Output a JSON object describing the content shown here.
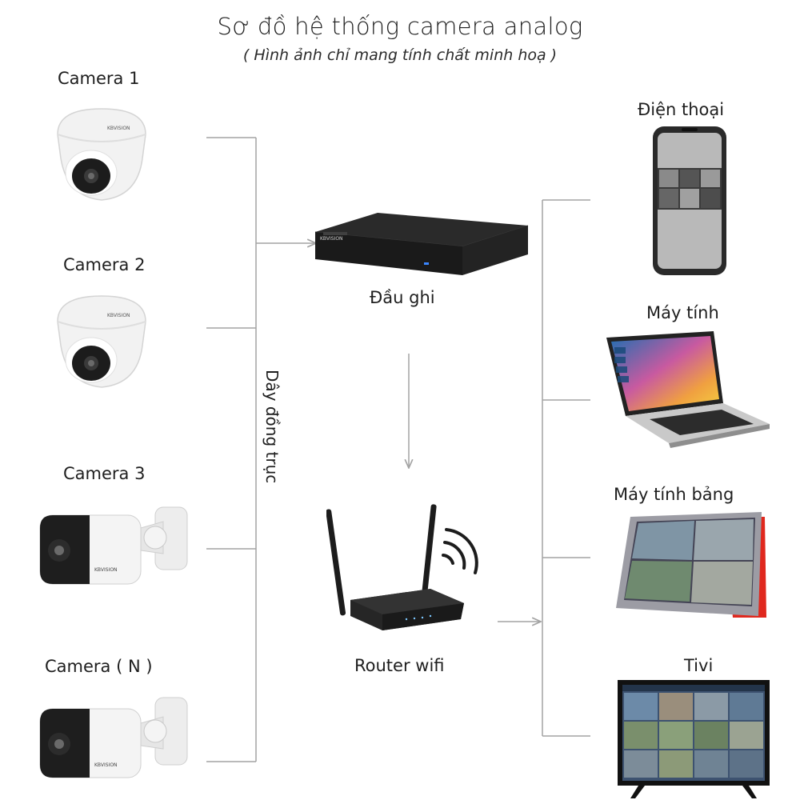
{
  "title": "Sơ đồ hệ thống camera analog",
  "subtitle": "( Hình ảnh chỉ mang tính chất minh hoạ )",
  "cameras": [
    {
      "label": "Camera 1",
      "type": "dome"
    },
    {
      "label": "Camera 2",
      "type": "dome"
    },
    {
      "label": "Camera 3",
      "type": "bullet"
    },
    {
      "label": "Camera ( N )",
      "type": "bullet"
    }
  ],
  "camera_brand": "KBVISION",
  "recorder": {
    "label": "Đầu ghi",
    "brand": "KBVISION"
  },
  "router": {
    "label": "Router wifi"
  },
  "cable_label": "Dây đồng trục",
  "clients": [
    {
      "label": "Điện thoại"
    },
    {
      "label": "Máy tính"
    },
    {
      "label": "Máy tính bảng"
    },
    {
      "label": "Tivi"
    }
  ],
  "colors": {
    "line": "#a3a3a3",
    "camera_body": "#f2f2f2",
    "lens": "#1c1c1c",
    "recorder": "#202020",
    "tablet_case": "#e0281e"
  }
}
